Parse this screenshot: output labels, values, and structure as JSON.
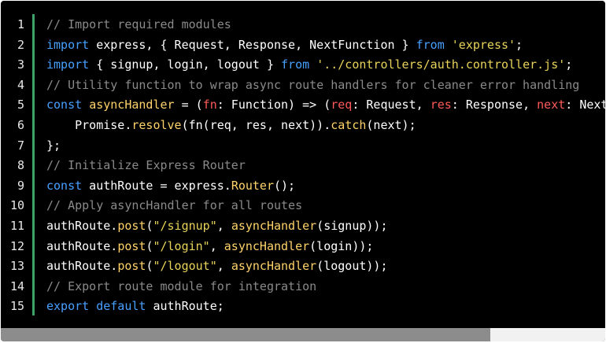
{
  "editor": {
    "line_numbers": [
      "1",
      "2",
      "3",
      "4",
      "5",
      "6",
      "7",
      "8",
      "9",
      "10",
      "11",
      "12",
      "13",
      "14",
      "15"
    ],
    "lines": [
      [
        {
          "t": "// Import required modules",
          "c": "cm"
        }
      ],
      [
        {
          "t": "import",
          "c": "kw"
        },
        {
          "t": " express, { Request, Response, NextFunction } ",
          "c": "punct"
        },
        {
          "t": "from",
          "c": "kw"
        },
        {
          "t": " ",
          "c": "punct"
        },
        {
          "t": "'express'",
          "c": "str"
        },
        {
          "t": ";",
          "c": "punct"
        }
      ],
      [
        {
          "t": "import",
          "c": "kw"
        },
        {
          "t": " { signup, login, logout } ",
          "c": "punct"
        },
        {
          "t": "from",
          "c": "kw"
        },
        {
          "t": " ",
          "c": "punct"
        },
        {
          "t": "'../controllers/auth.controller.js'",
          "c": "str"
        },
        {
          "t": ";",
          "c": "punct"
        }
      ],
      [
        {
          "t": "// Utility function to wrap async route handlers for cleaner error handling",
          "c": "cm"
        }
      ],
      [
        {
          "t": "const",
          "c": "kw"
        },
        {
          "t": " ",
          "c": "punct"
        },
        {
          "t": "asyncHandler",
          "c": "fn"
        },
        {
          "t": " = (",
          "c": "punct"
        },
        {
          "t": "fn",
          "c": "param"
        },
        {
          "t": ": Function) => (",
          "c": "punct"
        },
        {
          "t": "req",
          "c": "param"
        },
        {
          "t": ": Request, ",
          "c": "punct"
        },
        {
          "t": "res",
          "c": "param"
        },
        {
          "t": ": Response, ",
          "c": "punct"
        },
        {
          "t": "next",
          "c": "param"
        },
        {
          "t": ": NextFunction) =>",
          "c": "punct"
        }
      ],
      [
        {
          "t": "    Promise.",
          "c": "punct"
        },
        {
          "t": "resolve",
          "c": "fn"
        },
        {
          "t": "(fn(req, res, next)).",
          "c": "punct"
        },
        {
          "t": "catch",
          "c": "fn"
        },
        {
          "t": "(next);",
          "c": "punct"
        }
      ],
      [
        {
          "t": "};",
          "c": "punct"
        }
      ],
      [
        {
          "t": "// Initialize Express Router",
          "c": "cm"
        }
      ],
      [
        {
          "t": "const",
          "c": "kw"
        },
        {
          "t": " authRoute = express.",
          "c": "punct"
        },
        {
          "t": "Router",
          "c": "fn"
        },
        {
          "t": "();",
          "c": "punct"
        }
      ],
      [
        {
          "t": "// Apply asyncHandler for all routes",
          "c": "cm"
        }
      ],
      [
        {
          "t": "authRoute.",
          "c": "punct"
        },
        {
          "t": "post",
          "c": "fn"
        },
        {
          "t": "(",
          "c": "punct"
        },
        {
          "t": "\"/signup\"",
          "c": "str"
        },
        {
          "t": ", ",
          "c": "punct"
        },
        {
          "t": "asyncHandler",
          "c": "fn"
        },
        {
          "t": "(signup));",
          "c": "punct"
        }
      ],
      [
        {
          "t": "authRoute.",
          "c": "punct"
        },
        {
          "t": "post",
          "c": "fn"
        },
        {
          "t": "(",
          "c": "punct"
        },
        {
          "t": "\"/login\"",
          "c": "str"
        },
        {
          "t": ", ",
          "c": "punct"
        },
        {
          "t": "asyncHandler",
          "c": "fn"
        },
        {
          "t": "(login));",
          "c": "punct"
        }
      ],
      [
        {
          "t": "authRoute.",
          "c": "punct"
        },
        {
          "t": "post",
          "c": "fn"
        },
        {
          "t": "(",
          "c": "punct"
        },
        {
          "t": "\"/logout\"",
          "c": "str"
        },
        {
          "t": ", ",
          "c": "punct"
        },
        {
          "t": "asyncHandler",
          "c": "fn"
        },
        {
          "t": "(logout));",
          "c": "punct"
        }
      ],
      [
        {
          "t": "// Export route module for integration",
          "c": "cm"
        }
      ],
      [
        {
          "t": "export",
          "c": "kw"
        },
        {
          "t": " ",
          "c": "punct"
        },
        {
          "t": "default",
          "c": "kw"
        },
        {
          "t": " authRoute;",
          "c": "punct"
        }
      ]
    ]
  },
  "colors": {
    "background": "#000000",
    "comment": "#8a8a8a",
    "keyword": "#47a0ff",
    "string": "#e8d45a",
    "function": "#ffd36a",
    "parameter": "#ff5a5a",
    "text": "#ffffff",
    "accent_bar": "#3ea36a"
  },
  "scrollbar": {
    "horizontal_position": 0.81
  }
}
